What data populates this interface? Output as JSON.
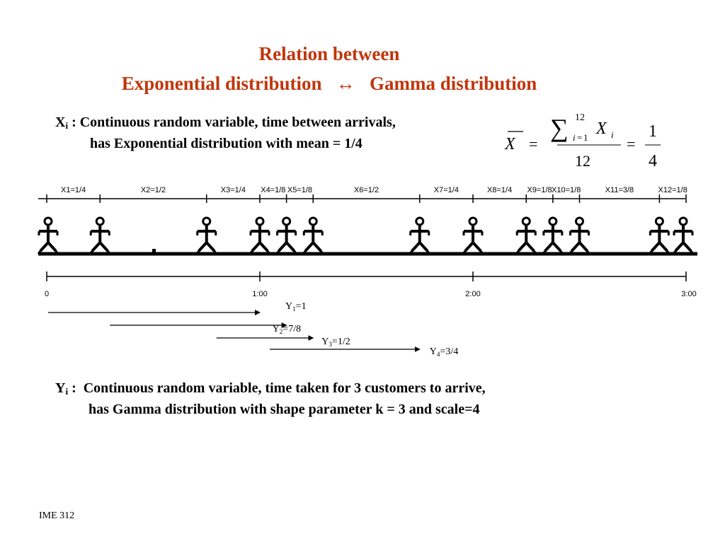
{
  "title": {
    "line1": "Relation between",
    "line2": "Exponential distribution   ↔   Gamma distribution"
  },
  "x_definition": {
    "symbol": "X",
    "subscript": "i",
    "line1": " : Continuous random variable, time between arrivals,",
    "line2": "has Exponential  distribution with mean = 1/4"
  },
  "formula": {
    "bar_symbol": "X",
    "equals": "=",
    "sum_upper": "12",
    "sum_index": "i",
    "sum_eq": "=",
    "sum_lower": "1",
    "sum_var": "X",
    "sum_var_sub": "i",
    "denominator": "12",
    "result_num": "1",
    "result_den": "4"
  },
  "interarrival_labels": [
    "X1=1/4",
    "X2=1/2",
    "X3=1/4",
    "X4=1/8",
    "X5=1/8",
    "X6=1/2",
    "X7=1/4",
    "X8=1/4",
    "X9=1/8",
    "X10=1/8",
    "X11=3/8",
    "X12=1/8"
  ],
  "timeline": {
    "tick_labels": [
      "0",
      "1:00",
      "2:00",
      "3:00"
    ],
    "total_hours": 3,
    "arrival_times_hours": [
      0.25,
      0.75,
      1.0,
      1.125,
      1.25,
      1.75,
      2.0,
      2.25,
      2.375,
      2.5,
      2.875,
      3.0
    ]
  },
  "gamma_intervals": [
    {
      "symbol": "Y",
      "sub": "1",
      "value": "=1",
      "start": 0,
      "end": 1
    },
    {
      "symbol": "Y",
      "sub": "2",
      "value": "=7/8",
      "start": 0.25,
      "end": 1.125
    },
    {
      "symbol": "Y",
      "sub": "3",
      "value": "=1/2",
      "start": 0.75,
      "end": 1.25
    },
    {
      "symbol": "Y",
      "sub": "4",
      "value": "=3/4",
      "start": 1.0,
      "end": 1.75
    }
  ],
  "y_definition": {
    "symbol": "Y",
    "subscript": "i",
    "line1": " :  Continuous random variable, time taken for 3 customers to arrive,",
    "line2": "has Gamma distribution with shape parameter k = 3 and scale=4"
  },
  "footer": "IME 312",
  "colors": {
    "title": "#c0360c",
    "text": "#000000"
  },
  "icons": [
    "stick-figure-icon"
  ]
}
